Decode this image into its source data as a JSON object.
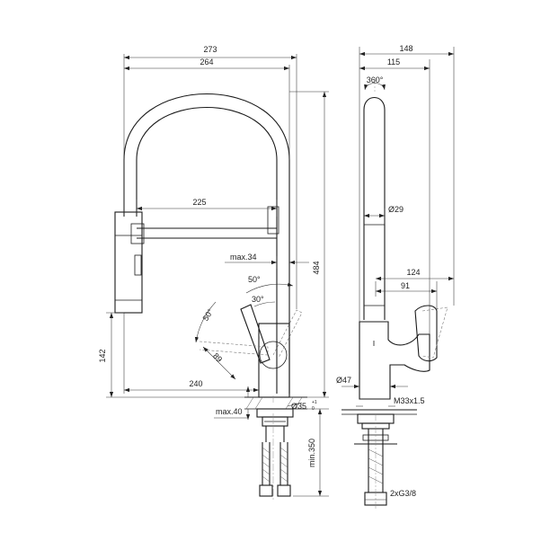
{
  "front_view": {
    "overall_width": "273",
    "body_width": "264",
    "spout_inner_width": "225",
    "hose_offset": "max.34",
    "swivel_angle_upper": "50°",
    "lever_angle": "30°",
    "swivel_angle_lower": "50°",
    "lever_radius": "89",
    "outlet_height": "142",
    "reach": "240",
    "overall_height": "484",
    "deck_thickness": "max.40",
    "hole_diameter": "Ø35",
    "hole_tolerance_upper": "+1",
    "hole_tolerance_lower": "0",
    "min_length": "min.350"
  },
  "side_view": {
    "overall_depth": "148",
    "body_depth": "115",
    "rotation": "360°",
    "spout_diameter": "Ø29",
    "lever_depth": "124",
    "lever_offset": "91",
    "base_diameter": "Ø47",
    "thread": "M33x1.5",
    "supply_hoses": "2xG3/8"
  }
}
